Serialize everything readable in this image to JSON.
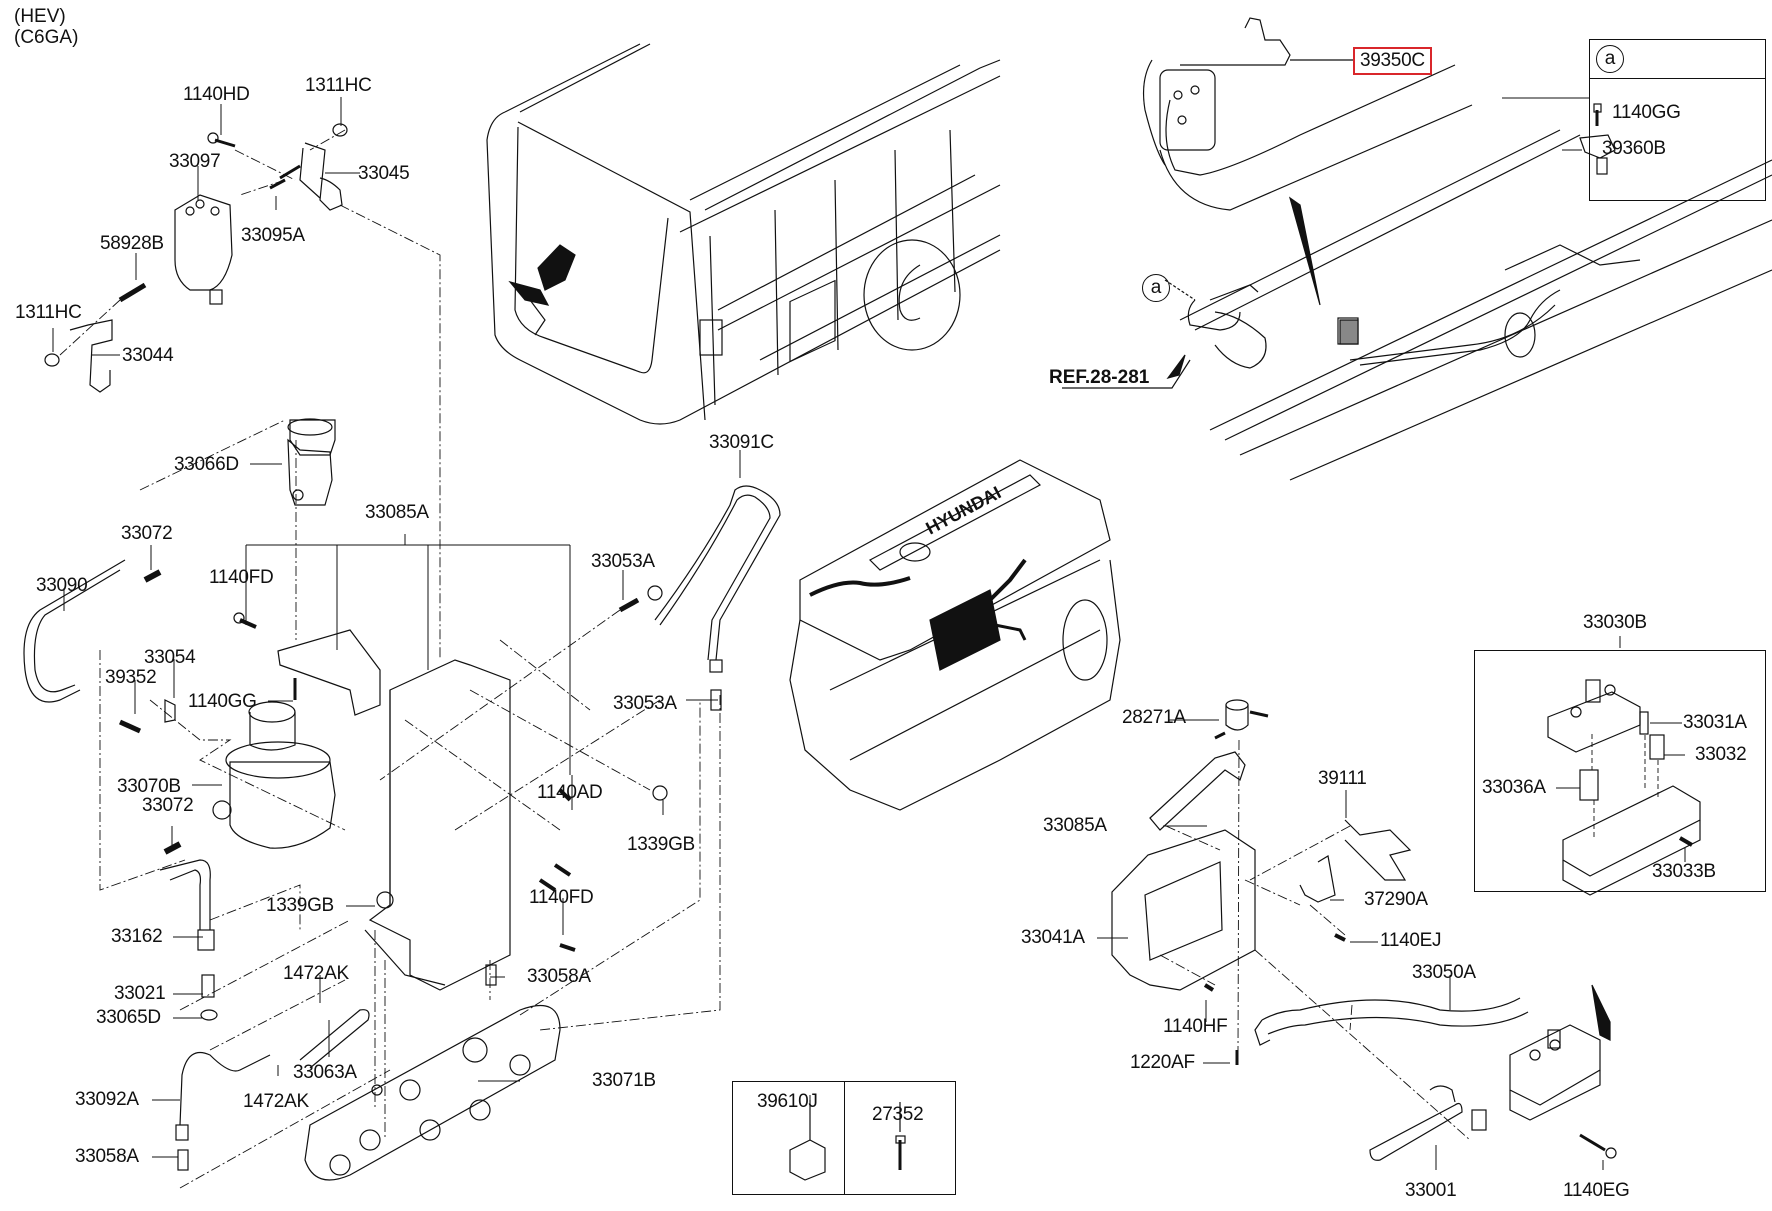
{
  "header": {
    "line1": "(HEV)",
    "line2": "(C6GA)"
  },
  "highlight_color": "#d9262b",
  "reference": {
    "label": "REF.28-281"
  },
  "callout_marker": "a",
  "detail_box_a": {
    "marker": "a",
    "parts": [
      "1140GG",
      "39360B"
    ]
  },
  "relay_box": {
    "parts": [
      "39610J",
      "27352"
    ]
  },
  "valve_block_box": {
    "title": "33030B",
    "parts": [
      "33031A",
      "33032",
      "33036A",
      "33033B"
    ]
  },
  "illustrations": [
    "bus-rear-view",
    "engine-block-hyundai",
    "vehicle-frame-exhaust"
  ],
  "engine_logo_text": "HYUNDAI",
  "parts": {
    "p1140HD": "1140HD",
    "p1311HC_top": "1311HC",
    "p33097": "33097",
    "p33045": "33045",
    "p58928B": "58928B",
    "p33095A": "33095A",
    "p1311HC_bot": "1311HC",
    "p33044": "33044",
    "p33066D": "33066D",
    "p33072_top": "33072",
    "p33085A_left": "33085A",
    "p33090": "33090",
    "p1140FD_top": "1140FD",
    "p33054": "33054",
    "p39352": "39352",
    "p1140GG": "1140GG",
    "p33070B": "33070B",
    "p33072_bot": "33072",
    "p33162": "33162",
    "p33021": "33021",
    "p33065D": "33065D",
    "p1472AK_top": "1472AK",
    "p33063A": "33063A",
    "p1472AK_bot": "1472AK",
    "p33092A": "33092A",
    "p33058A_left": "33058A",
    "p1339GB_left": "1339GB",
    "p33058A_mid": "33058A",
    "p33071B": "33071B",
    "p1140AD": "1140AD",
    "p1339GB_right": "1339GB",
    "p1140FD_bot": "1140FD",
    "p33053A_top": "33053A",
    "p33091C": "33091C",
    "p33053A_bot": "33053A",
    "p39350C": "39350C",
    "p28271A": "28271A",
    "p33085A_right": "33085A",
    "p39111": "39111",
    "p37290A": "37290A",
    "p33041A": "33041A",
    "p1140EJ": "1140EJ",
    "p33050A": "33050A",
    "p1140HF": "1140HF",
    "p1220AF": "1220AF",
    "p33001": "33001",
    "p1140EG": "1140EG"
  }
}
